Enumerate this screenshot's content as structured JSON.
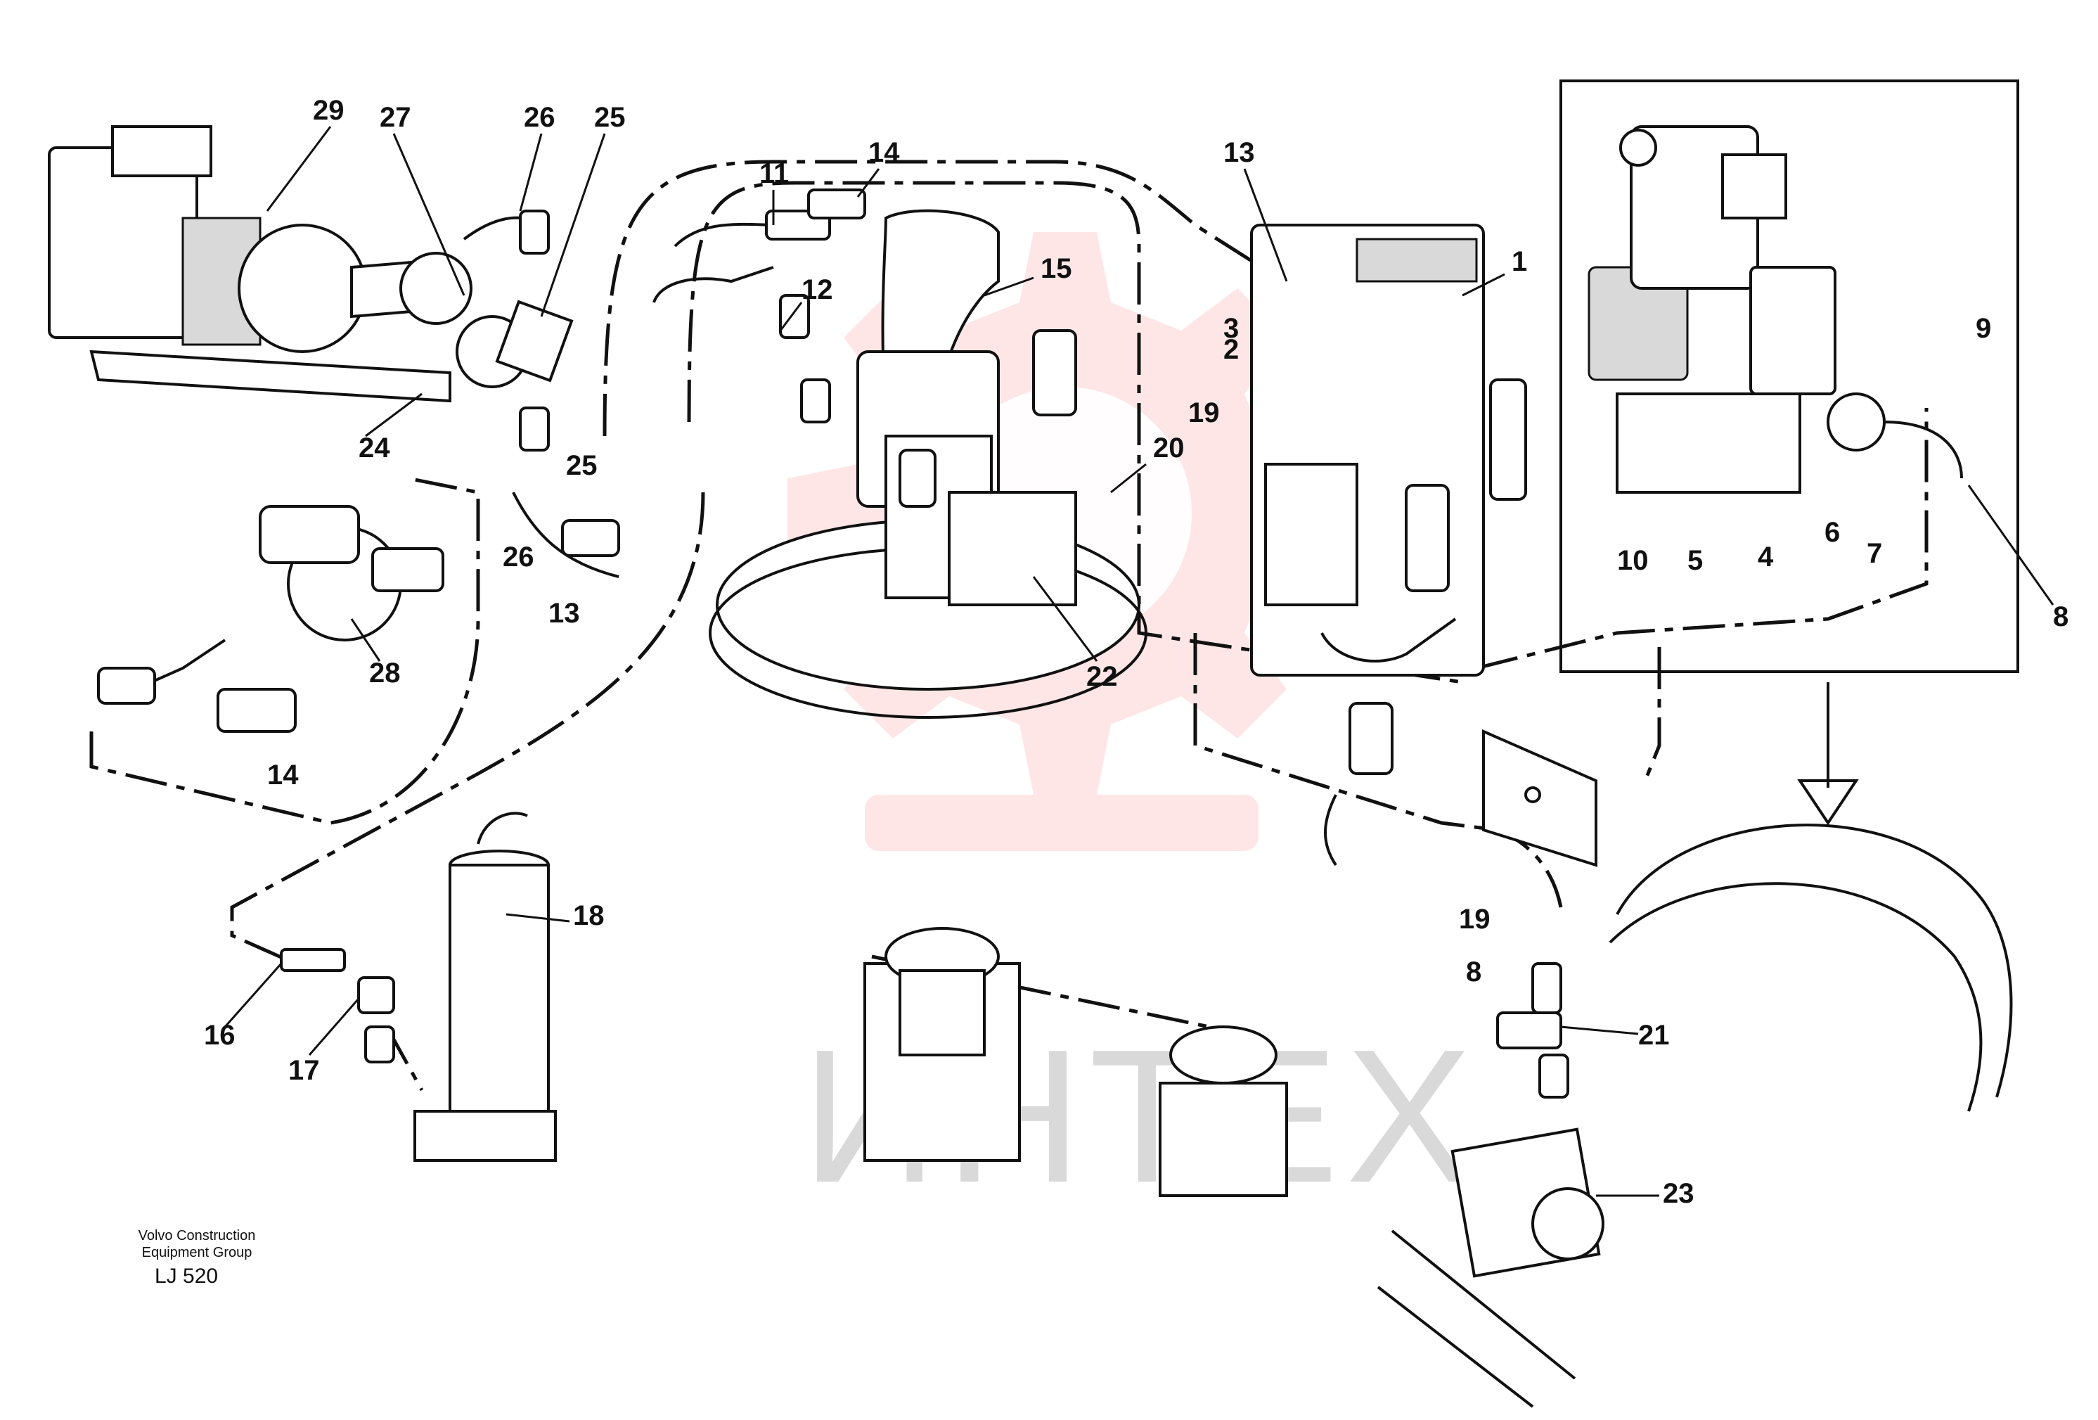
{
  "diagram": {
    "caption": {
      "company_line1": "Volvo Construction",
      "company_line2": "Equipment Group",
      "code": "LJ 520"
    },
    "watermark": "ИНТЕХ",
    "callouts": [
      "29",
      "27",
      "26",
      "25",
      "14",
      "11",
      "12",
      "15",
      "13",
      "1",
      "3",
      "2",
      "19",
      "20",
      "22",
      "24",
      "25",
      "26",
      "13",
      "28",
      "14",
      "18",
      "16",
      "17",
      "9",
      "10",
      "5",
      "4",
      "6",
      "7",
      "8",
      "19",
      "8",
      "21",
      "23"
    ]
  }
}
